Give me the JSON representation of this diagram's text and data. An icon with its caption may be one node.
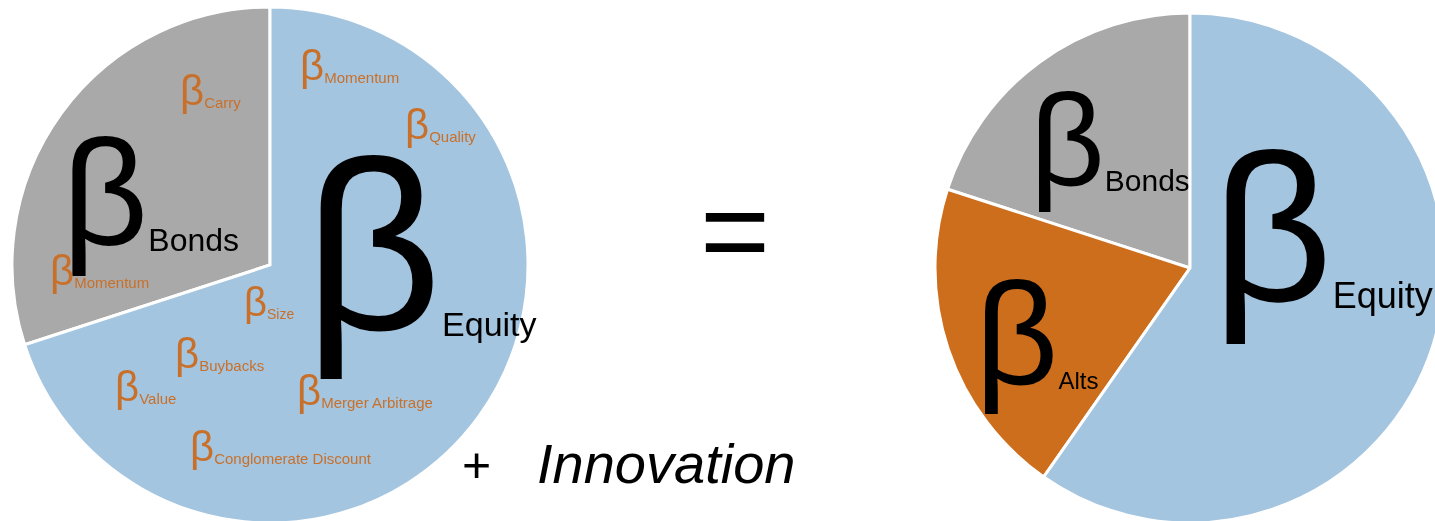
{
  "diagram": {
    "nodes": [
      {
        "text": [
          "β$_{Carry}$",
          "β$_{Bonds}$",
          "β$_{Momentum}$"
        ]
      },
      {
        "text": [
          "β$_{Momentum}$",
          "β$_{Quality}$",
          "β$_{Equity}$",
          "β$_{Size}$",
          "β$_{Buybacks}$",
          "β$_{Value}$",
          "β$_{Merger Arbitrage}$",
          "β$_{Conglomerate Discount}$"
        ]
      },
      {
        "text": [
          "β$_{Bonds}$"
        ]
      },
      {
        "text": [
          "β$_{Alts}$"
        ]
      },
      {
        "text": [
          "β$_{Equity}$"
        ]
      }
    ],
    "labels": [
      "=",
      "+",
      "Innovation"
    ]
  }
}
